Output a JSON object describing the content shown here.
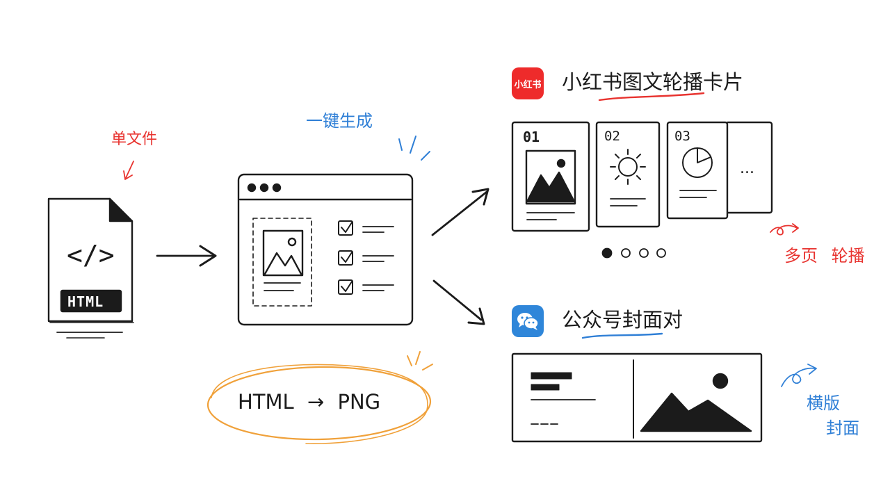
{
  "annotations": {
    "single_file": "单文件",
    "one_click": "一键生成",
    "multi_page": "多页",
    "carousel": "轮播",
    "landscape": "横版",
    "cover": "封面"
  },
  "source_file": {
    "code_glyph": "</>",
    "label": "HTML"
  },
  "conversion": {
    "from": "HTML",
    "arrow": "→",
    "to": "PNG"
  },
  "xiaohongshu": {
    "logo_text": "小红书",
    "title": "小红书图文轮播卡片",
    "cards": [
      {
        "number": "01",
        "content": "mountain-image"
      },
      {
        "number": "02",
        "content": "sun"
      },
      {
        "number": "03",
        "content": "pie-chart"
      }
    ],
    "more": "...",
    "pagination": {
      "total": 4,
      "active": 0
    }
  },
  "wechat": {
    "title": "公众号封面对"
  },
  "colors": {
    "red": "#e8332f",
    "blue": "#2f7fd6",
    "orange": "#f0a13a",
    "ink": "#1b1b1b"
  }
}
